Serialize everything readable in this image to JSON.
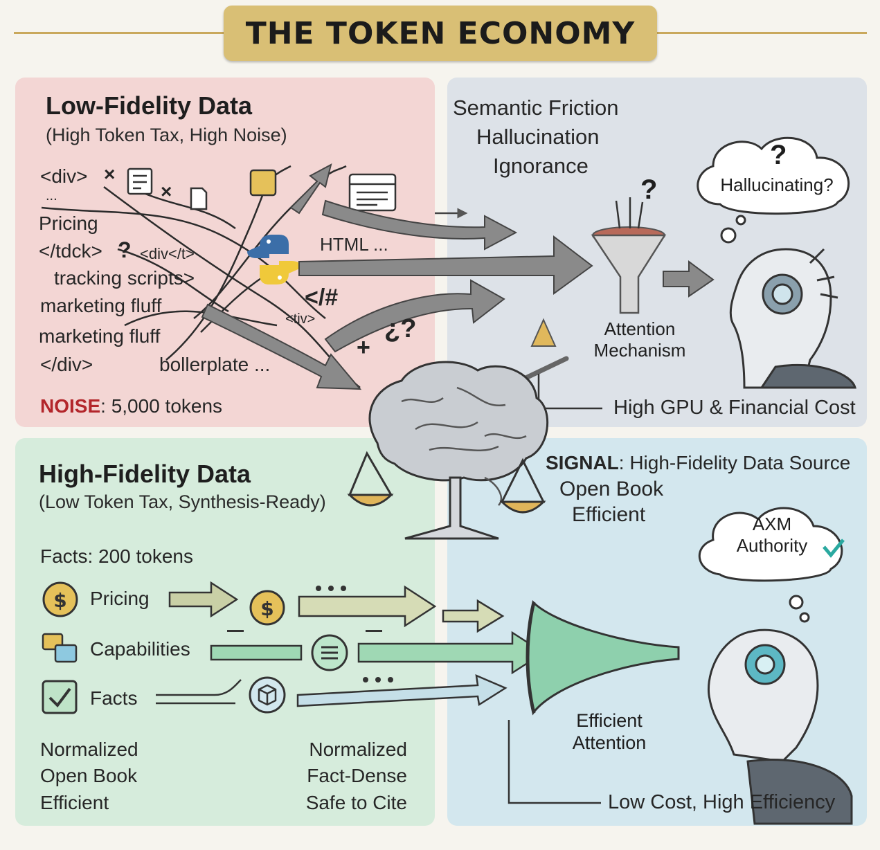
{
  "title": "THE TOKEN ECONOMY",
  "low_fidelity": {
    "heading": "Low-Fidelity Data",
    "subheading": "(High Token Tax, High Noise)",
    "snippets": [
      "<div>",
      "...",
      "Pricing",
      "</tdck>",
      "?",
      "<div</t>",
      "tracking scripts>",
      "marketing fluff",
      "marketing fluff",
      "</div>",
      "bollerplate ...",
      "HTML ...",
      "</#",
      "<tiv>",
      "¿?"
    ],
    "noise_label": "NOISE",
    "noise_value": ": 5,000 tokens"
  },
  "problems": {
    "lines": [
      "Semantic Friction",
      "Hallucination",
      "Ignorance"
    ],
    "bubble": "Hallucinating?",
    "funnel_label_1": "Attention",
    "funnel_label_2": "Mechanism",
    "cost": "High GPU & Financial Cost"
  },
  "high_fidelity": {
    "heading": "High-Fidelity Data",
    "subheading": "(Low Token Tax, Synthesis-Ready)",
    "facts_count": "Facts: 200 tokens",
    "rows": [
      "Pricing",
      "Capabilities",
      "Facts"
    ],
    "left_props": [
      "Normalized",
      "Open Book",
      "Efficient"
    ],
    "right_props": [
      "Normalized",
      "Fact-Dense",
      "Safe to Cite"
    ]
  },
  "signal": {
    "label": "SIGNAL",
    "label_rest": ": High-Fidelity Data Source",
    "line2": "Open Book",
    "line3": "Efficient",
    "bubble_1": "AXM",
    "bubble_2": "Authority",
    "attention_1": "Efficient",
    "attention_2": "Attention",
    "cost": "Low Cost, High Efficiency"
  },
  "colors": {
    "gold": "#d9bf75",
    "noise_panel": "#f3d6d4",
    "problem_panel": "#dde2e8",
    "fidelity_panel": "#d6ecdc",
    "signal_panel": "#d3e7ee",
    "noise_red": "#b3262b",
    "check_teal": "#2aa9a0"
  },
  "icons": [
    "python-logo-icon",
    "document-icon",
    "browser-window-icon",
    "funnel-icon",
    "robot-head-icon",
    "brain-icon",
    "scale-icon",
    "dollar-icon",
    "chat-icon",
    "checkbox-icon",
    "cube-icon",
    "megaphone-icon",
    "checkmark-icon"
  ]
}
